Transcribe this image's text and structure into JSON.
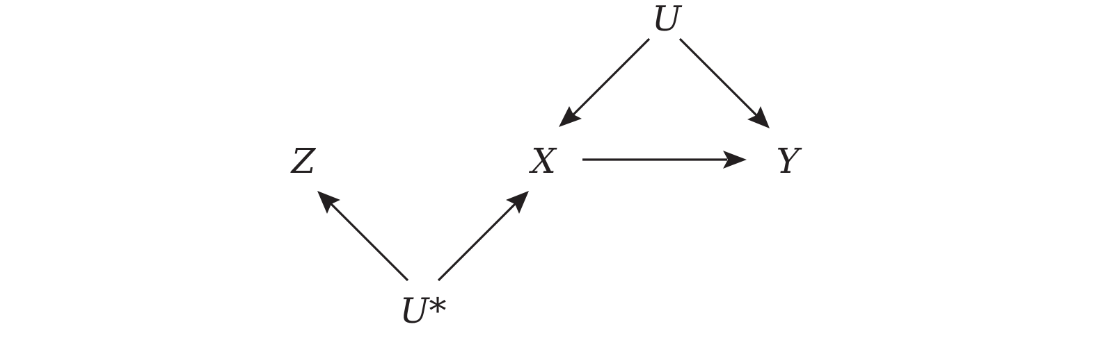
{
  "nodes": {
    "U": {
      "label": "U"
    },
    "X": {
      "label": "X"
    },
    "Y": {
      "label": "Y"
    },
    "Z": {
      "label": "Z"
    },
    "U_star": {
      "label": "U*"
    }
  },
  "edges": [
    {
      "from": "U",
      "to": "X"
    },
    {
      "from": "U",
      "to": "Y"
    },
    {
      "from": "X",
      "to": "Y"
    },
    {
      "from": "U_star",
      "to": "Z"
    },
    {
      "from": "U_star",
      "to": "X"
    }
  ],
  "colors": {
    "ink": "#231f20",
    "background": "#ffffff"
  }
}
